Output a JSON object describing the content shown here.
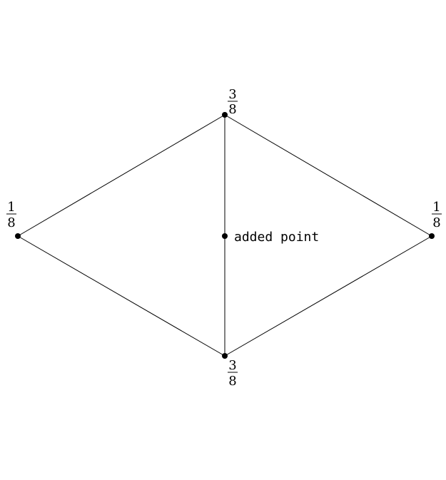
{
  "weights": {
    "top": {
      "numerator": "3",
      "denominator": "8"
    },
    "bottom": {
      "numerator": "3",
      "denominator": "8"
    },
    "left": {
      "numerator": "1",
      "denominator": "8"
    },
    "right": {
      "numerator": "1",
      "denominator": "8"
    }
  },
  "center_point": {
    "label": "added point"
  }
}
